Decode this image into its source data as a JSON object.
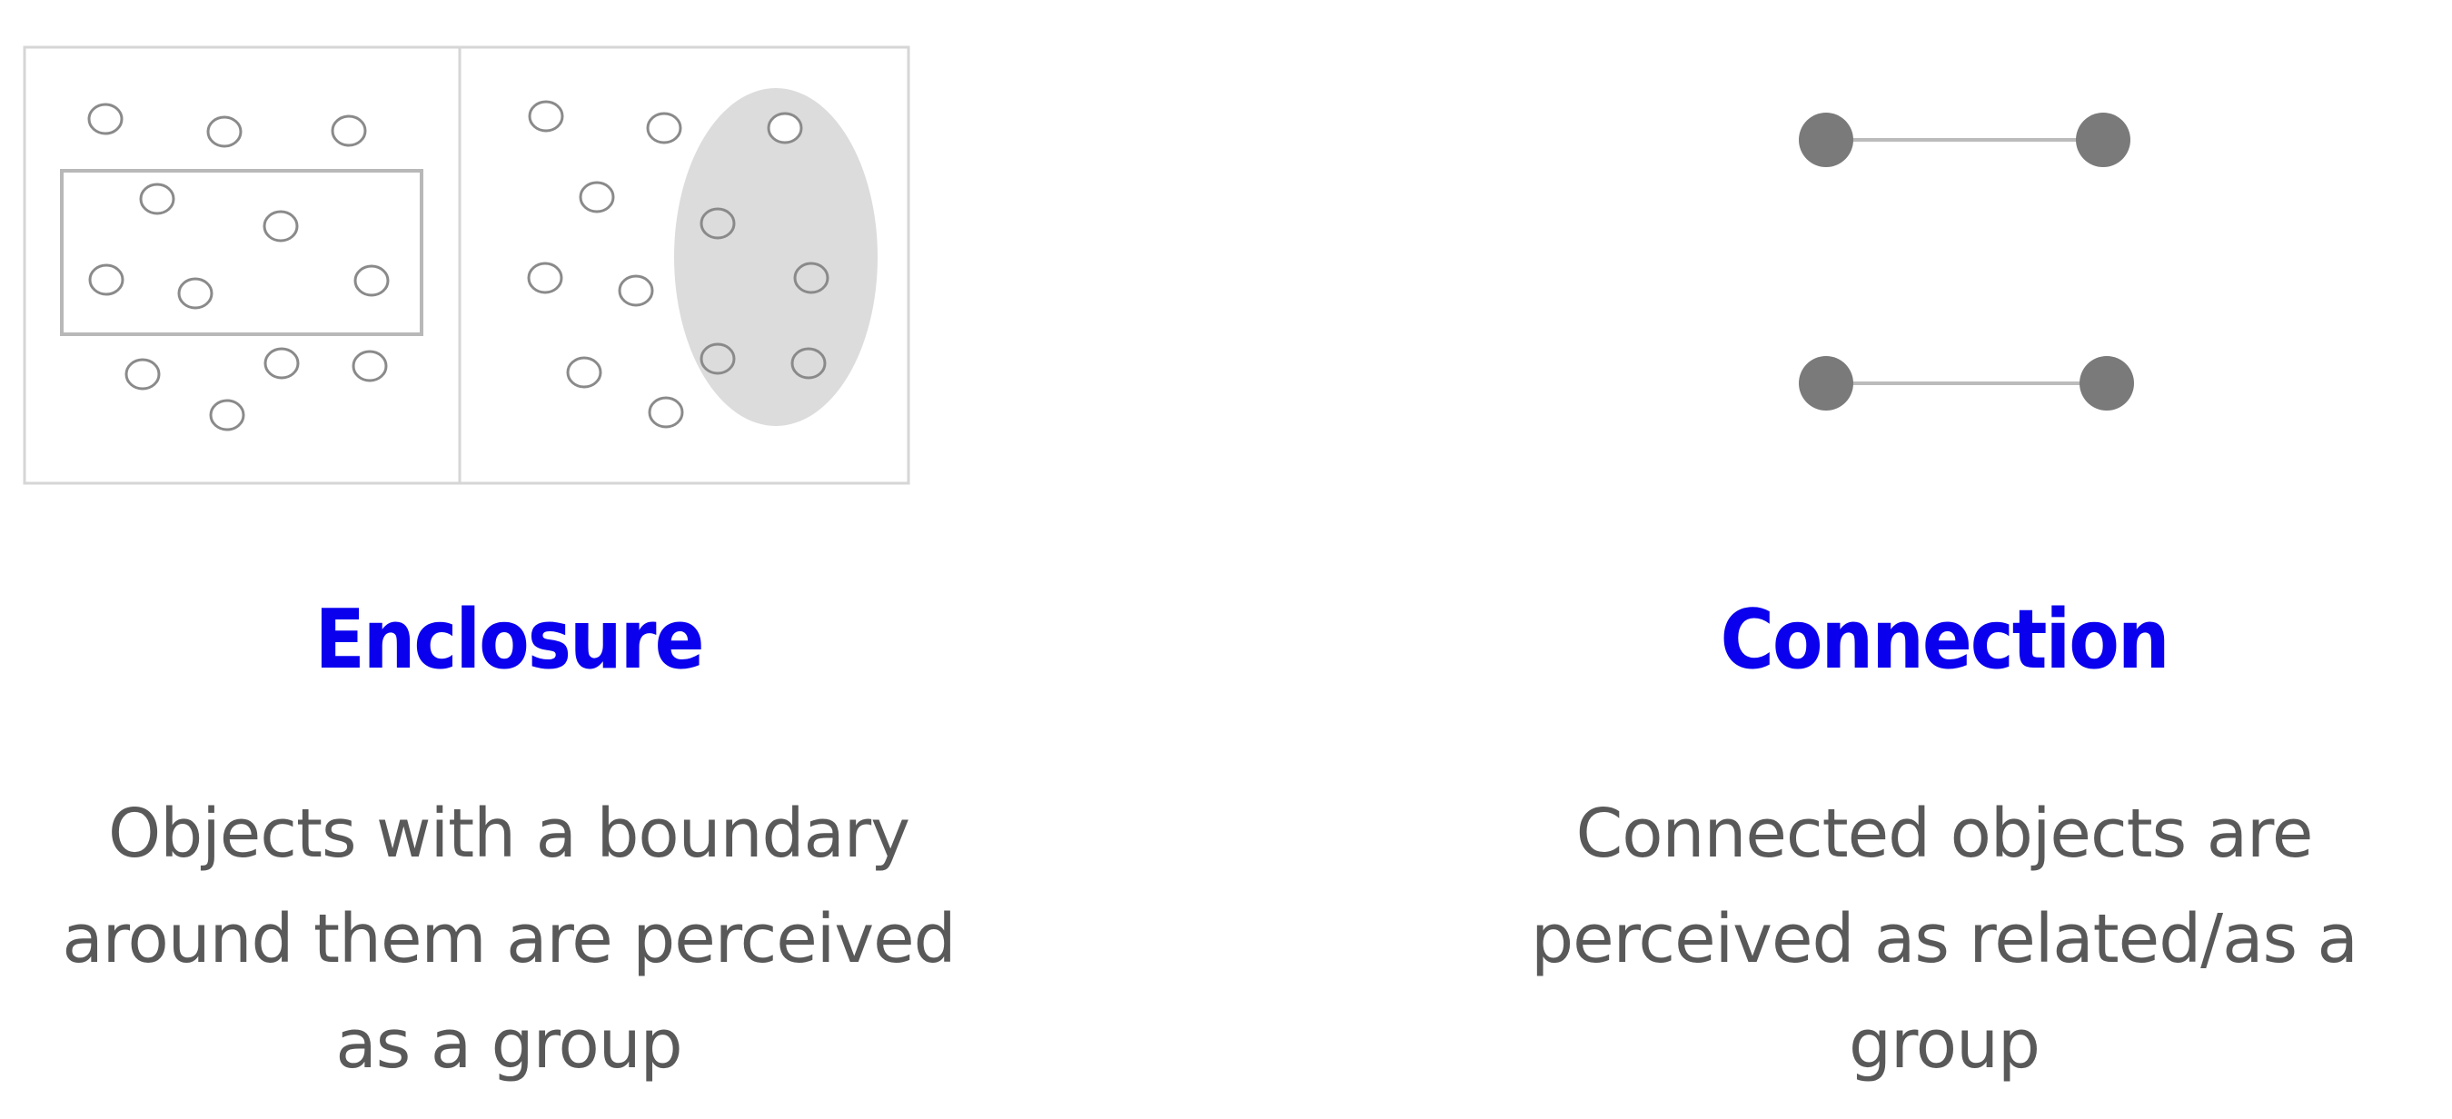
{
  "cards": [
    {
      "id": "enclosure",
      "title": "Enclosure",
      "description": "Objects with a boundary around them are perceived as a group",
      "illustration": "enclosure-dot-grid"
    },
    {
      "id": "connection",
      "title": "Connection",
      "description": "Connected objects are perceived as related/as a group",
      "illustration": "connected-dot-pairs"
    }
  ],
  "colors": {
    "title": "#0a00ee",
    "description": "#595959",
    "line_art": "#cccccc",
    "enclosure_fill": "#dcdcdc",
    "dot_fill": "#7a7a7a",
    "connector": "#bbbbbb"
  }
}
